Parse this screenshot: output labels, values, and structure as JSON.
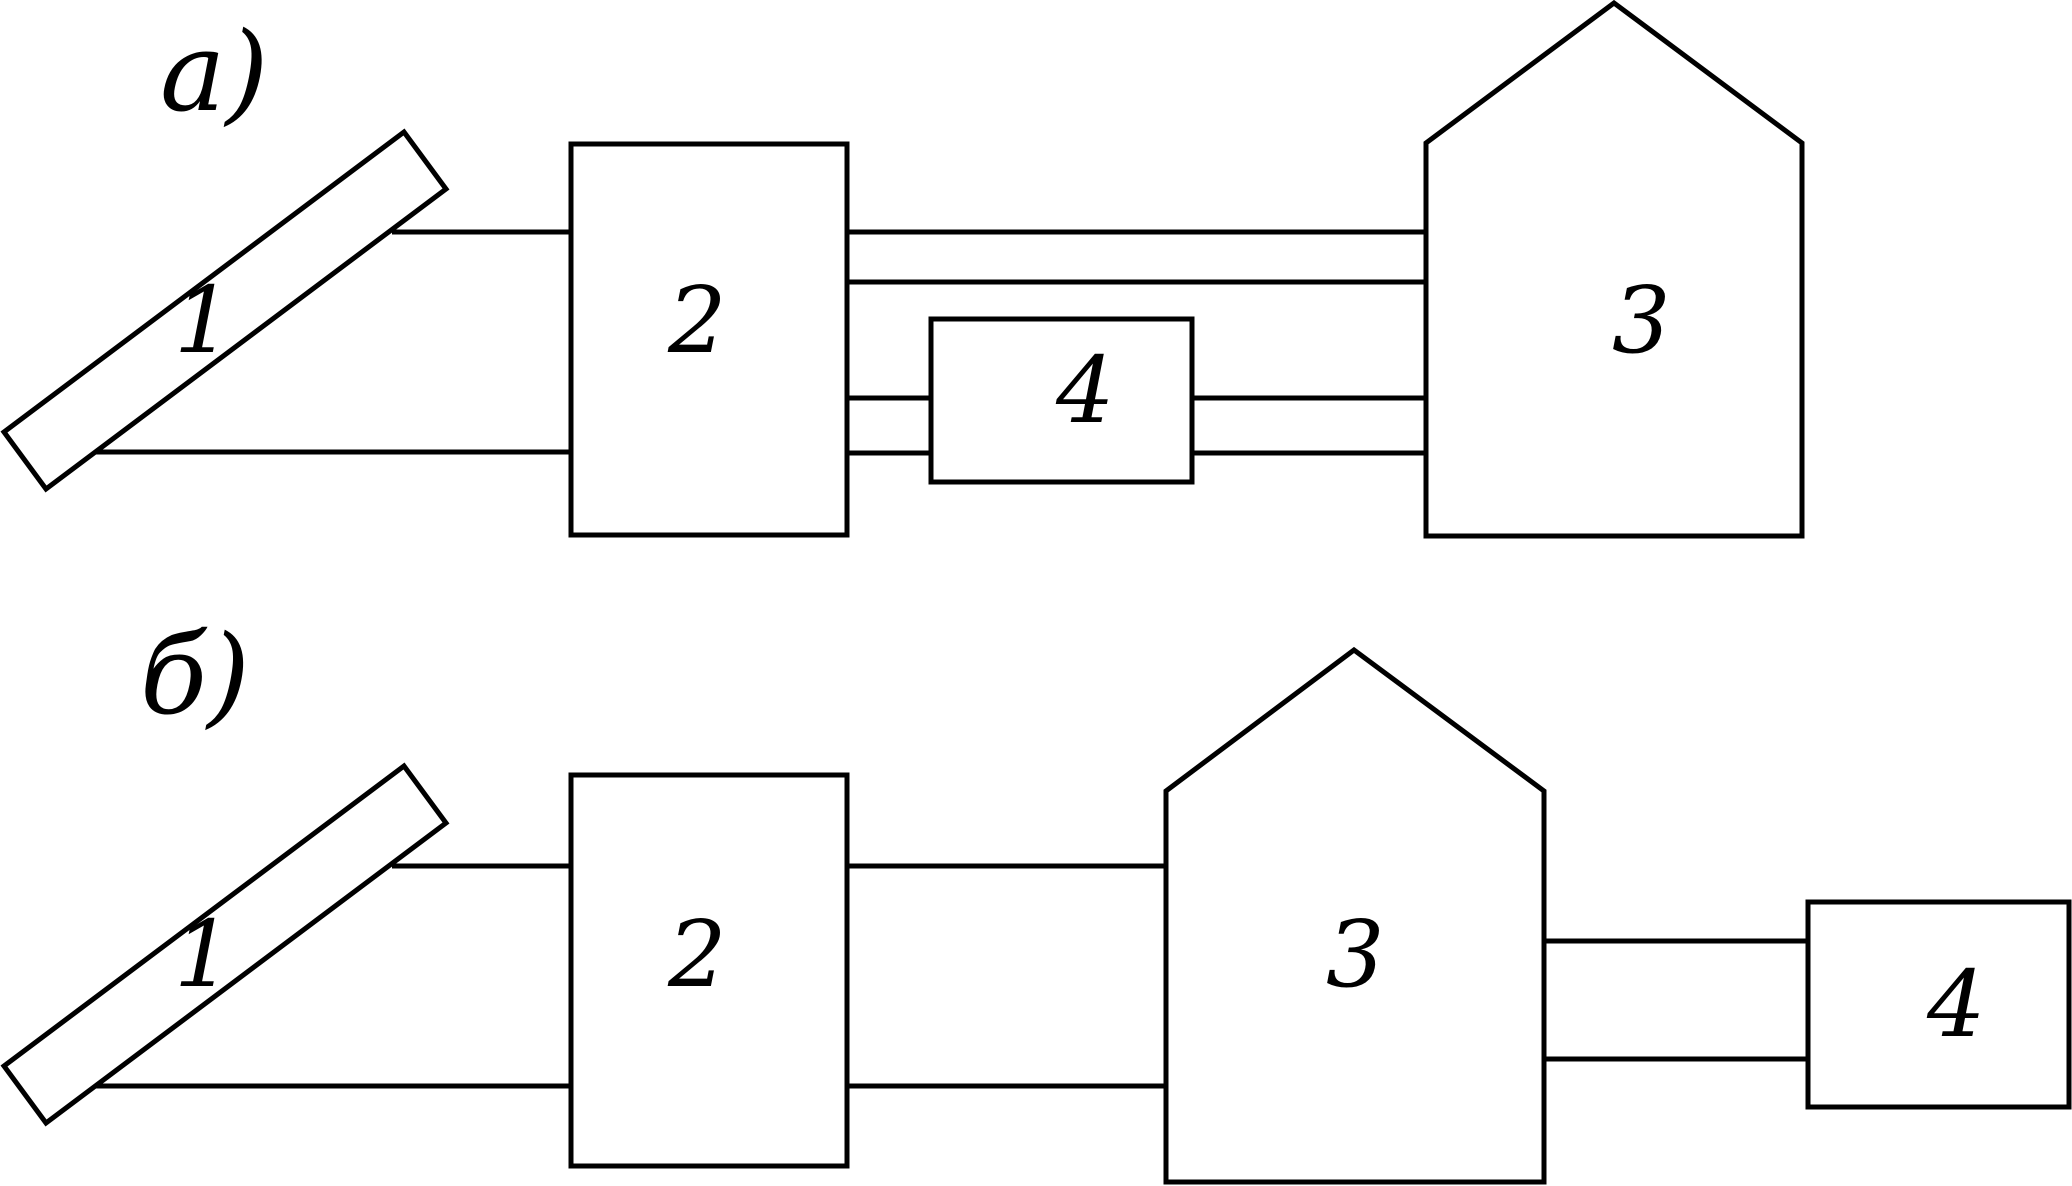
{
  "panels": [
    {
      "id": "a",
      "label": "а)",
      "blocks": {
        "b1": "1",
        "b2": "2",
        "b3": "3",
        "b4": "4"
      }
    },
    {
      "id": "b",
      "label": "б)",
      "blocks": {
        "b1": "1",
        "b2": "2",
        "b3": "3",
        "b4": "4"
      }
    }
  ],
  "colors": {
    "stroke": "#000000",
    "background": "#ffffff"
  }
}
